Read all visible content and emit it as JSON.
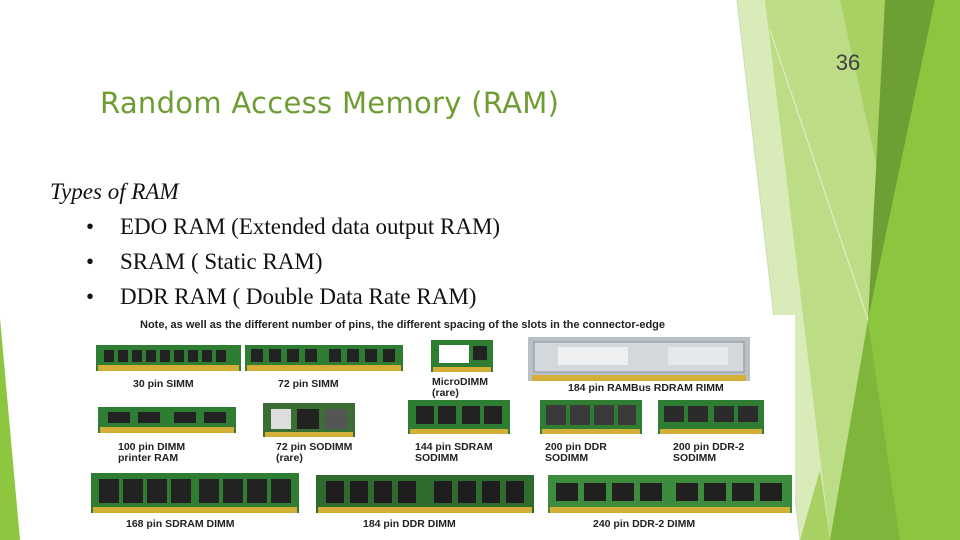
{
  "slide": {
    "number": "36",
    "title": "Random Access Memory (RAM)",
    "intro": "Types of RAM",
    "bullets": [
      "EDO RAM (Extended data output RAM)",
      "SRAM ( Static RAM)",
      "DDR RAM ( Double Data Rate RAM)"
    ],
    "bullet_glyph": "•"
  },
  "figure": {
    "caption": "Note, as well as the different number of pins, the different spacing of the slots in the connector-edge",
    "modules": [
      {
        "label": "30 pin SIMM"
      },
      {
        "label": "72 pin SIMM"
      },
      {
        "label": "MicroDIMM",
        "sublabel": "(rare)"
      },
      {
        "label": "184 pin RAMBus RDRAM RIMM"
      },
      {
        "label": "100 pin DIMM",
        "sublabel": "printer RAM"
      },
      {
        "label": "72 pin SODIMM",
        "sublabel": "(rare)"
      },
      {
        "label": "144 pin SDRAM",
        "sublabel": "SODIMM"
      },
      {
        "label": "200 pin DDR",
        "sublabel": "SODIMM"
      },
      {
        "label": "200 pin DDR-2",
        "sublabel": "SODIMM"
      },
      {
        "label": "168 pin SDRAM DIMM"
      },
      {
        "label": "184 pin DDR DIMM"
      },
      {
        "label": "240 pin DDR-2 DIMM"
      }
    ]
  },
  "colors": {
    "title": "#6f9d34",
    "accent_green": "#8dc63f",
    "dark_green": "#5f8f2e",
    "pcb_green": "#2e7d32"
  }
}
